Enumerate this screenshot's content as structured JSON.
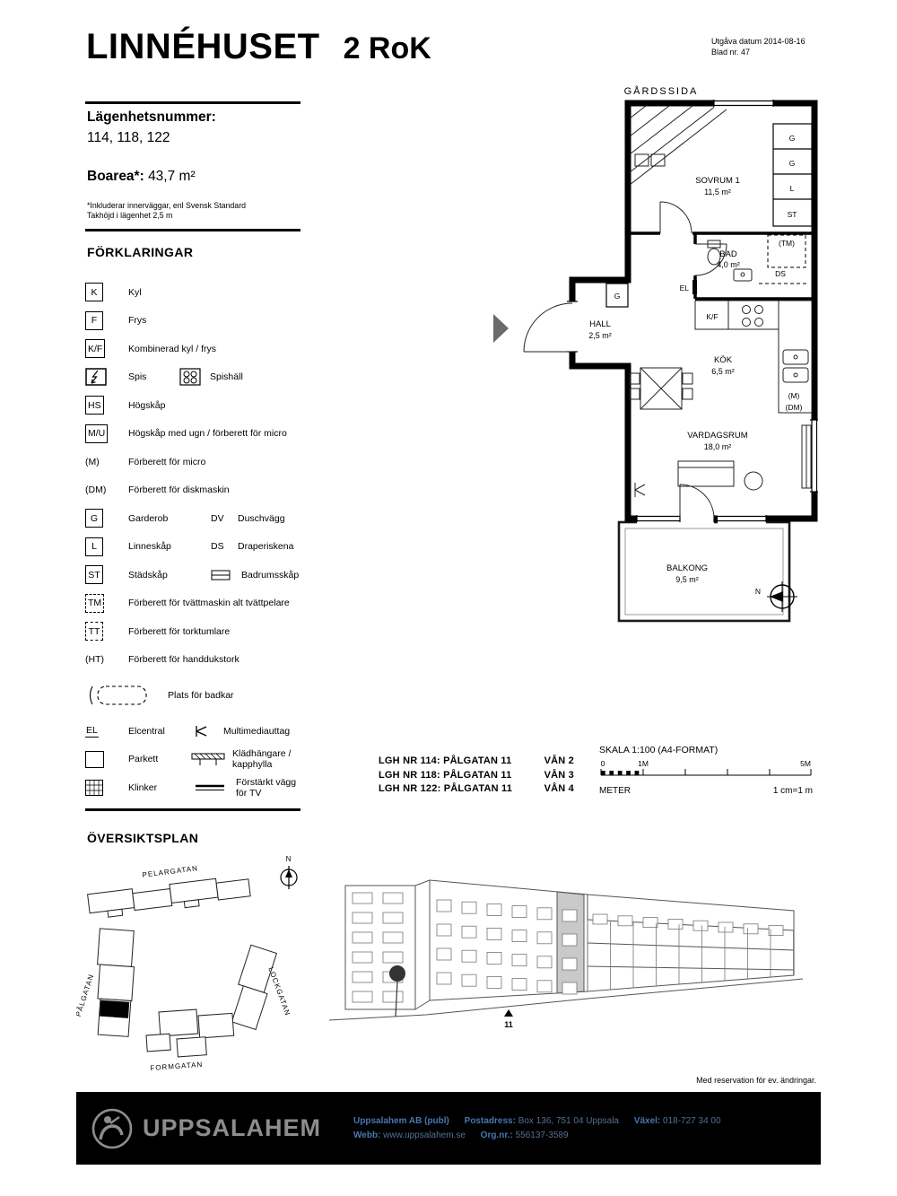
{
  "header": {
    "title": "LINNÉHUSET",
    "subtitle": "2 RoK",
    "issue_date": "Utgåva datum 2014-08-16",
    "sheet_no": "Blad nr. 47"
  },
  "info": {
    "apartment_label": "Lägenhetsnummer:",
    "apartment_numbers": "114, 118, 122",
    "area_label": "Boarea*:",
    "area_value": "43,7 m²",
    "note1": "*Inkluderar innerväggar, enl Svensk Standard",
    "note2": "Takhöjd i lägenhet 2,5 m"
  },
  "legend": {
    "title": "FÖRKLARINGAR",
    "rows": [
      {
        "sym": "K",
        "label": "Kyl"
      },
      {
        "sym": "F",
        "label": "Frys"
      },
      {
        "sym": "K/F",
        "label": "Kombinerad kyl / frys"
      },
      {
        "label": "Spis",
        "label2": "Spishäll"
      },
      {
        "sym": "HS",
        "label": "Högskåp"
      },
      {
        "sym": "M/U",
        "label": "Högskåp med ugn / förberett för micro"
      },
      {
        "sym": "(M)",
        "label": "Förberett för micro"
      },
      {
        "sym": "(DM)",
        "label": "Förberett för diskmaskin"
      },
      {
        "sym": "G",
        "label": "Garderob",
        "sym2": "DV",
        "label2": "Duschvägg"
      },
      {
        "sym": "L",
        "label": "Linneskåp",
        "sym2": "DS",
        "label2": "Draperiskena"
      },
      {
        "sym": "ST",
        "label": "Städskåp",
        "label2": "Badrumsskåp"
      },
      {
        "sym": "TM",
        "label": "Förberett för tvättmaskin alt tvättpelare"
      },
      {
        "sym": "TT",
        "label": "Förberett för torktumlare"
      },
      {
        "sym": "(HT)",
        "label": "Förberett för handdukstork"
      },
      {
        "label": "Plats för badkar"
      },
      {
        "sym": "EL",
        "label": "Elcentral",
        "label2": "Multimediauttag"
      },
      {
        "label": "Parkett",
        "label2": "Klädhängare / kapphylla"
      },
      {
        "label": "Klinker",
        "label2": "Förstärkt vägg för TV"
      }
    ]
  },
  "floorplan": {
    "side_label": "GÅRDSSIDA",
    "rooms": [
      {
        "name": "SOVRUM 1",
        "area": "11,5 m²"
      },
      {
        "name": "BAD",
        "area": "4,0 m²"
      },
      {
        "name": "HALL",
        "area": "2,5 m²"
      },
      {
        "name": "KÖK",
        "area": "6,5 m²"
      },
      {
        "name": "VARDAGSRUM",
        "area": "18,0 m²"
      },
      {
        "name": "BALKONG",
        "area": "9,5 m²"
      }
    ],
    "markers": {
      "g1": "G",
      "g2": "G",
      "l": "L",
      "st": "ST",
      "tm": "(TM)",
      "ds": "DS",
      "el": "EL",
      "hall_g": "G",
      "kf": "K/F",
      "m": "(M)",
      "dm": "(DM)",
      "north": "N"
    }
  },
  "location": {
    "rows": [
      {
        "address": "LGH NR 114: PÅLGATAN 11",
        "floor": "VÅN 2"
      },
      {
        "address": "LGH NR 118: PÅLGATAN 11",
        "floor": "VÅN 3"
      },
      {
        "address": "LGH NR 122: PÅLGATAN 11",
        "floor": "VÅN 4"
      }
    ]
  },
  "scale": {
    "title": "SKALA 1:100 (A4-FORMAT)",
    "tick0": "0",
    "tick1": "1M",
    "tick5": "5M",
    "meter_label": "METER",
    "ratio": "1 cm=1 m"
  },
  "overview": {
    "title": "ÖVERSIKTSPLAN",
    "north": "N",
    "streets": {
      "top": "PELARGATAN",
      "left": "PÅLGATAN",
      "right": "LOCKGATAN",
      "bottom": "FORMGATAN"
    },
    "building_number": "11"
  },
  "footer": {
    "disclaimer": "Med reservation för ev. ändringar.",
    "brand": "UPPSALAHEM",
    "company": "Uppsalahem AB (publ)",
    "postal_label": "Postadress:",
    "postal_value": "Box 136, 751 04 Uppsala",
    "phone_label": "Växel:",
    "phone_value": "018-727 34 00",
    "web_label": "Webb:",
    "web_value": "www.uppsalahem.se",
    "org_label": "Org.nr.:",
    "org_value": "556137-3589"
  },
  "colors": {
    "wall": "#000000",
    "footer_background": "#000000",
    "footer_brand": "#8d8d8d",
    "footer_label": "#4677b0",
    "footer_text": "#54718f"
  }
}
